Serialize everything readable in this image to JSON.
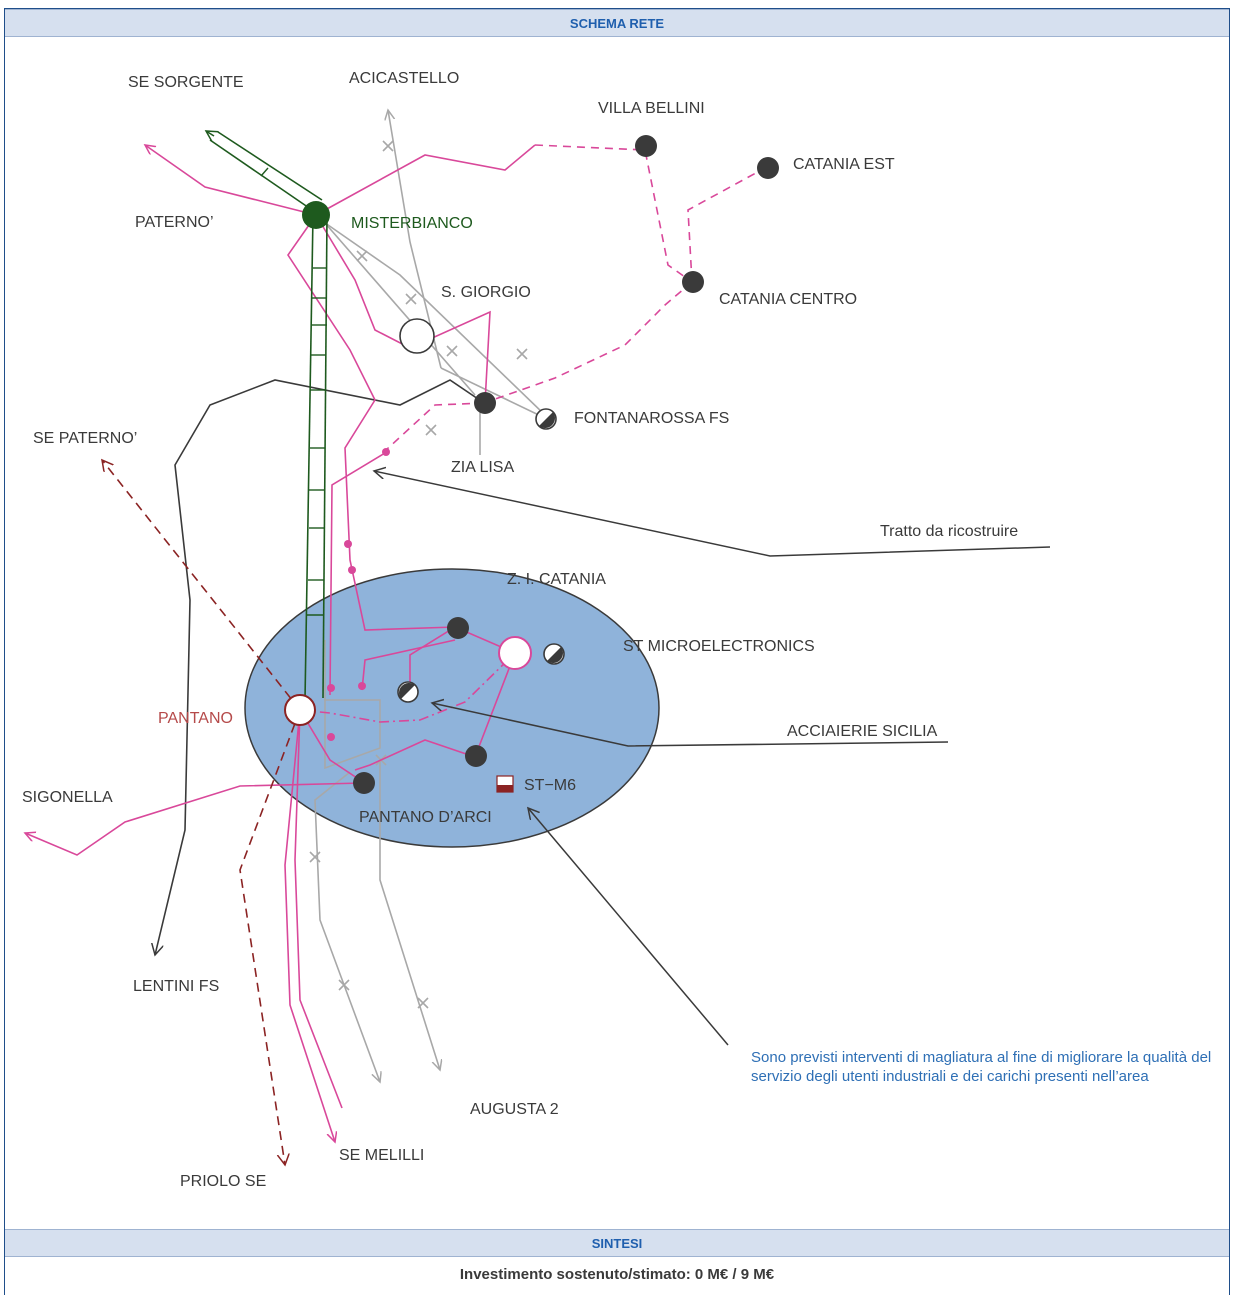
{
  "header": {
    "title": "SCHEMA RETE"
  },
  "labels": {
    "se_sorgente": "SE  SORGENTE",
    "acicastello": "ACICASTELLO",
    "villa_bellini": "VILLA  BELLINI",
    "catania_est": "CATANIA EST",
    "paterno": "PATERNO’",
    "misterbianco": "MISTERBIANCO",
    "s_giorgio": "S. GIORGIO",
    "catania_centro": "CATANIA CENTRO",
    "fontanarossa": "FONTANAROSSA FS",
    "zia_lisa": "ZIA  LISA",
    "se_paterno": "SE PATERNO’",
    "tratto": "Tratto  da  ricostruire",
    "zi_catania": "Z. I. CATANIA",
    "st_micro": "ST MICROELECTRONICS",
    "pantano": "PANTANO",
    "acciaierie": "ACCIAIERIE SICILIA",
    "st_m6": "ST−M6",
    "sigonella": "SIGONELLA",
    "pantano_arci": "PANTANO D’ARCI",
    "lentini": "LENTINI  FS",
    "augusta": "AUGUSTA 2",
    "se_melilli": "SE  MELILLI",
    "priolo": "PRIOLO SE"
  },
  "note": "Sono  previsti  interventi di magliatura al fine di migliorare la qualità del servizio degli utenti industriali e dei carichi presenti nell’area",
  "footer": {
    "title": "SINTESI",
    "investment": "Investimento sostenuto/stimato: 0 M€ / 9 M€"
  },
  "colors": {
    "pink": "#d9489a",
    "gray": "#a8a8a8",
    "green": "#1e5a1e",
    "darkred": "#8b2323",
    "dark": "#3a3a3a",
    "ellipse": "#8fb3da",
    "accent": "#1f5fae"
  }
}
